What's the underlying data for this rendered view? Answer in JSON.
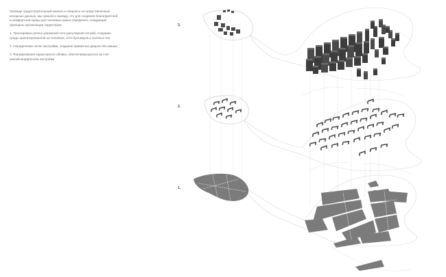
{
  "intro": {
    "paragraph": "Проведя градостроительный анализ и опираясь на представленные исходные данные, мы пришли к выводу, что для создания благоприятной и комфортной среды для человека нужно определить следующие принципы организации территории:",
    "principles": [
      "1. Трассировка улично-дорожной сети (регулярной сеткой), создание среды ориентированной на человека, сети бульваров и зеленых зон",
      "2. Определение пятен застройки, создание приватных дворов без машин",
      "3. Формирование характерного облика, обеспечивающегося за счет разной морфологии застройки"
    ]
  },
  "layers": [
    {
      "label": "1.",
      "name": "street-network"
    },
    {
      "label": "2.",
      "name": "building-footprints"
    },
    {
      "label": "3.",
      "name": "massing"
    }
  ],
  "colors": {
    "block_fill": "#7b7b7b",
    "block_dark": "#4a4a4a",
    "building_side": "#3c3c3c",
    "outline": "#cfcfcf",
    "guide": "#dcdcdc"
  }
}
